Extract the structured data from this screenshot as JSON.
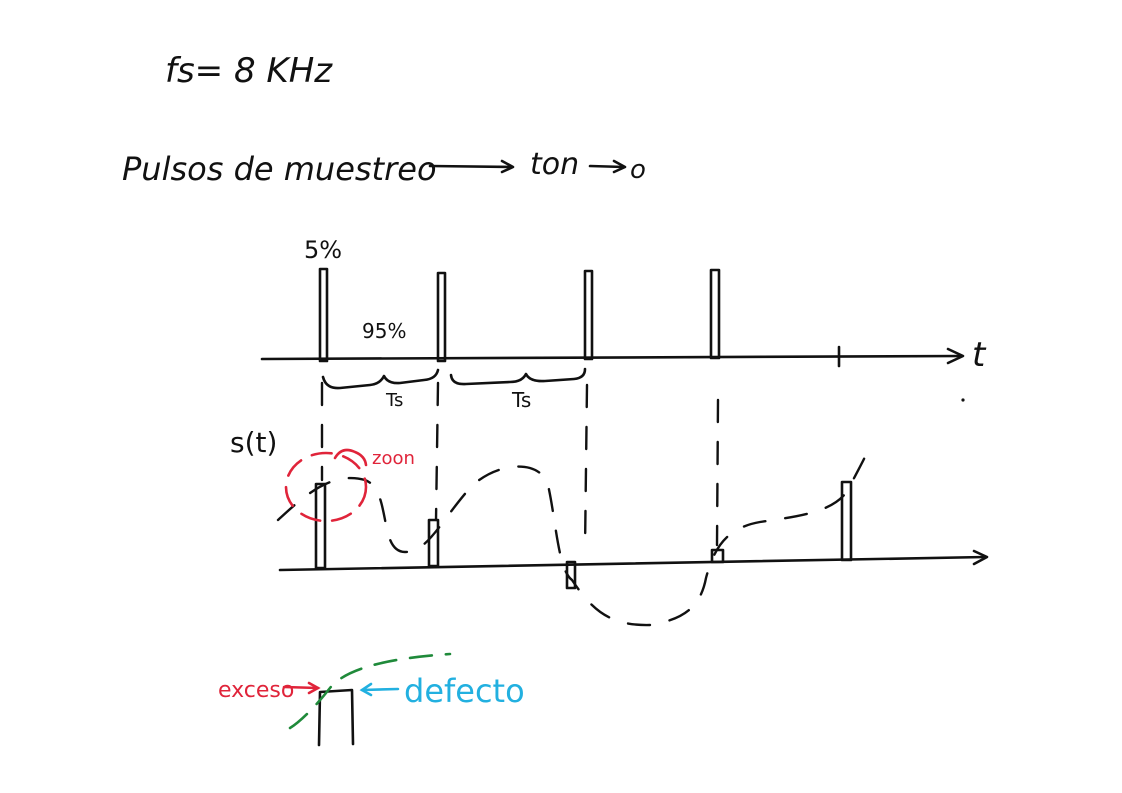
{
  "header": {
    "sampling_freq": "fs= 8 KHz",
    "pulses_label": "Pulsos de muestreo",
    "ton_label": "ton",
    "ton_limit": "o"
  },
  "pulse_train": {
    "duty_on": "5%",
    "duty_off": "95%",
    "axis_label": "t",
    "period_label_1": "Ts",
    "period_label_2": "Ts"
  },
  "signal": {
    "label": "s(t)",
    "zoom_label": "zoon"
  },
  "zoom_detail": {
    "excess_label": "exceso",
    "defect_label": "defecto"
  },
  "colors": {
    "ink": "#111111",
    "red": "#e0243a",
    "green": "#1f8a3a",
    "blue": "#22b0e0"
  }
}
